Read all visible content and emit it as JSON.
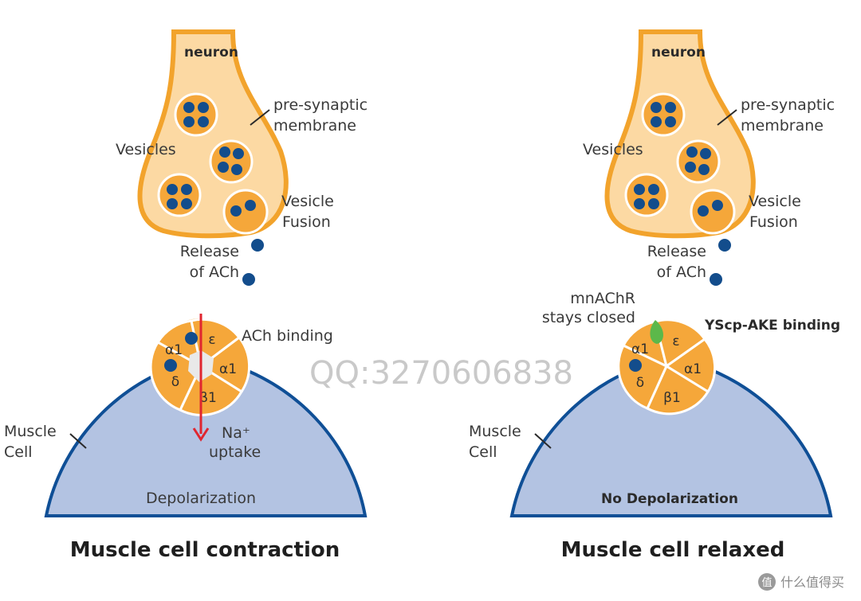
{
  "panels": [
    {
      "neuron_label": "neuron",
      "presynaptic_label": [
        "pre-synaptic",
        "membrane"
      ],
      "vesicles_label": "Vesicles",
      "fusion_label": [
        "Vesicle",
        "Fusion"
      ],
      "release_label": [
        "Release",
        "of ACh"
      ],
      "binding_label": "ACh binding",
      "subunits": {
        "a1_left": "α1",
        "epsilon": "ε",
        "a1_right": "α1",
        "delta": "δ",
        "beta1": "β1"
      },
      "ion_label": [
        "Na⁺",
        "uptake"
      ],
      "muscle_label": [
        "Muscle",
        "Cell"
      ],
      "state_label": "Depolarization",
      "title": "Muscle cell contraction"
    },
    {
      "neuron_label": "neuron",
      "presynaptic_label": [
        "pre-synaptic",
        "membrane"
      ],
      "vesicles_label": "Vesicles",
      "fusion_label": [
        "Vesicle",
        "Fusion"
      ],
      "release_label": [
        "Release",
        "of ACh"
      ],
      "closed_label": [
        "mnAChR",
        "stays closed"
      ],
      "binding_label": "YScp-AKE binding",
      "subunits": {
        "a1_left": "α1",
        "epsilon": "ε",
        "a1_right": "α1",
        "delta": "δ",
        "beta1": "β1"
      },
      "muscle_label": [
        "Muscle",
        "Cell"
      ],
      "state_label": "No Depolarization",
      "title": "Muscle cell relaxed"
    }
  ],
  "watermark": "QQ:3270606838",
  "corner_watermark": "什么值得买",
  "colors": {
    "neuron_fill": "#fcd9a3",
    "neuron_stroke": "#f2a32c",
    "vesicle": "#f5a73a",
    "ach": "#134d8c",
    "muscle_fill": "#b3c3e2",
    "muscle_stroke": "#0f4f96",
    "arrow": "#e0262f",
    "toxin": "#5cb84a"
  }
}
